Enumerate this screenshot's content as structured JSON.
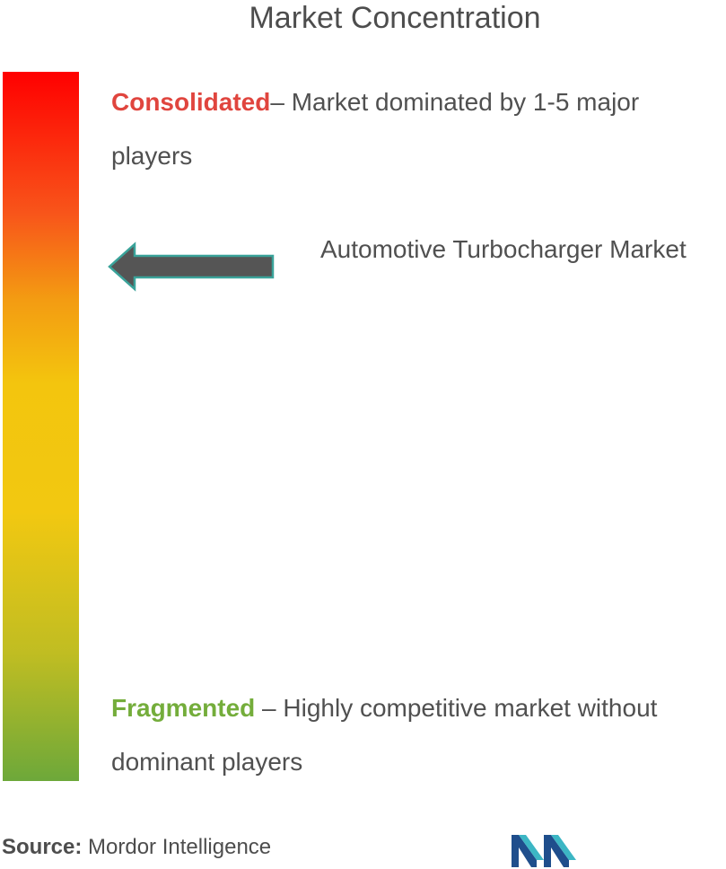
{
  "title": "Market Concentration",
  "scale": {
    "top_color": "#ff0000",
    "bottom_color": "#6da83a",
    "consolidated": {
      "keyword": "Consolidated",
      "description": "– Market dominated by 1-5 major players",
      "color": "#e0453e"
    },
    "fragmented": {
      "keyword": "Fragmented",
      "description": " – Highly competitive market without dominant players",
      "color": "#74ad3b"
    }
  },
  "marker": {
    "label": "Automotive Turbocharger Market",
    "arrow_color": "#555555",
    "arrow_outline": "#3aa39a"
  },
  "source": {
    "prefix": "Source:",
    "name": " Mordor Intelligence"
  },
  "logo": {
    "icon": "mordor-intelligence-logo",
    "colors": [
      "#1f4e8c",
      "#3cb6c4"
    ]
  }
}
